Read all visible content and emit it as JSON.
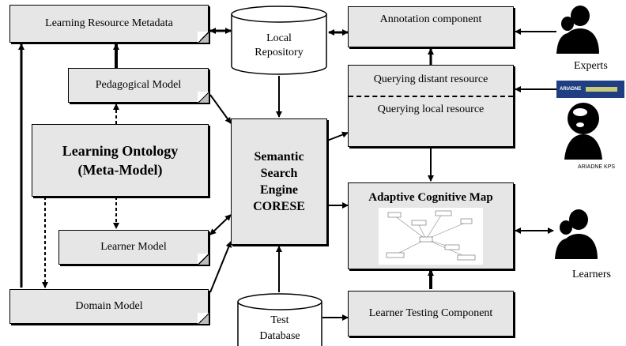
{
  "nodes": {
    "learning_resource_metadata": "Learning Resource Metadata",
    "pedagogical_model": "Pedagogical Model",
    "learning_ontology_line1": "Learning Ontology",
    "learning_ontology_line2": "(Meta-Model)",
    "learner_model": "Learner Model",
    "domain_model": "Domain Model",
    "local_repository_line1": "Local",
    "local_repository_line2": "Repository",
    "semantic_search_line1": "Semantic",
    "semantic_search_line2": "Search",
    "semantic_search_line3": "Engine",
    "semantic_search_line4": "CORESE",
    "test_database_line1": "Test",
    "test_database_line2": "Database",
    "annotation_component": "Annotation component",
    "querying_distant": "Querying distant resource",
    "querying_local": "Querying local resource",
    "adaptive_cognitive_map": "Adaptive Cognitive Map",
    "learner_testing_component": "Learner Testing Component"
  },
  "actors": {
    "experts": "Experts",
    "ariadne_kps": "ARIADNE KPS",
    "learners": "Learners"
  },
  "logo_text": "ARIADNE"
}
